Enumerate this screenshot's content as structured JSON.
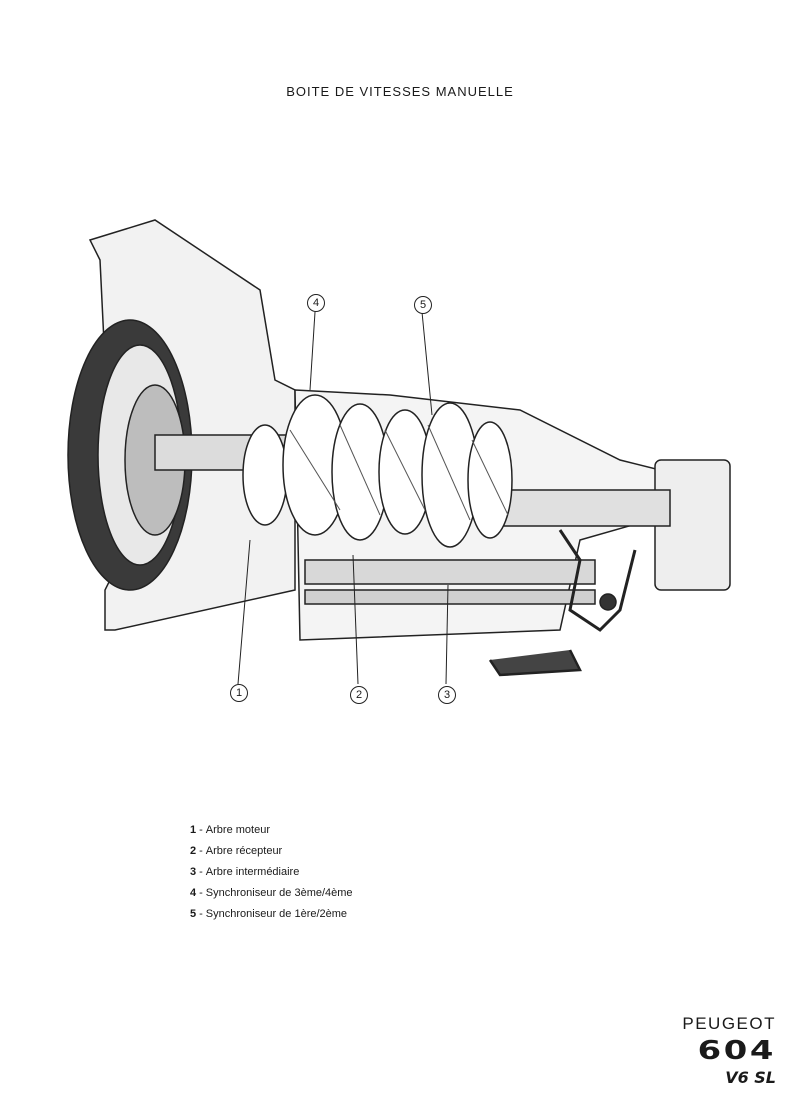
{
  "page": {
    "title": "BOITE DE VITESSES MANUELLE"
  },
  "diagram": {
    "callouts": [
      "1",
      "2",
      "3",
      "4",
      "5"
    ]
  },
  "legend": {
    "items": [
      {
        "num": "1",
        "text": "Arbre moteur"
      },
      {
        "num": "2",
        "text": "Arbre récepteur"
      },
      {
        "num": "3",
        "text": "Arbre intermédiaire"
      },
      {
        "num": "4",
        "text": "Synchroniseur de 3ème/4ème"
      },
      {
        "num": "5",
        "text": "Synchroniseur de 1ère/2ème"
      }
    ]
  },
  "brand": {
    "name": "PEUGEOT",
    "model": "604",
    "variant": "V6 SL"
  }
}
